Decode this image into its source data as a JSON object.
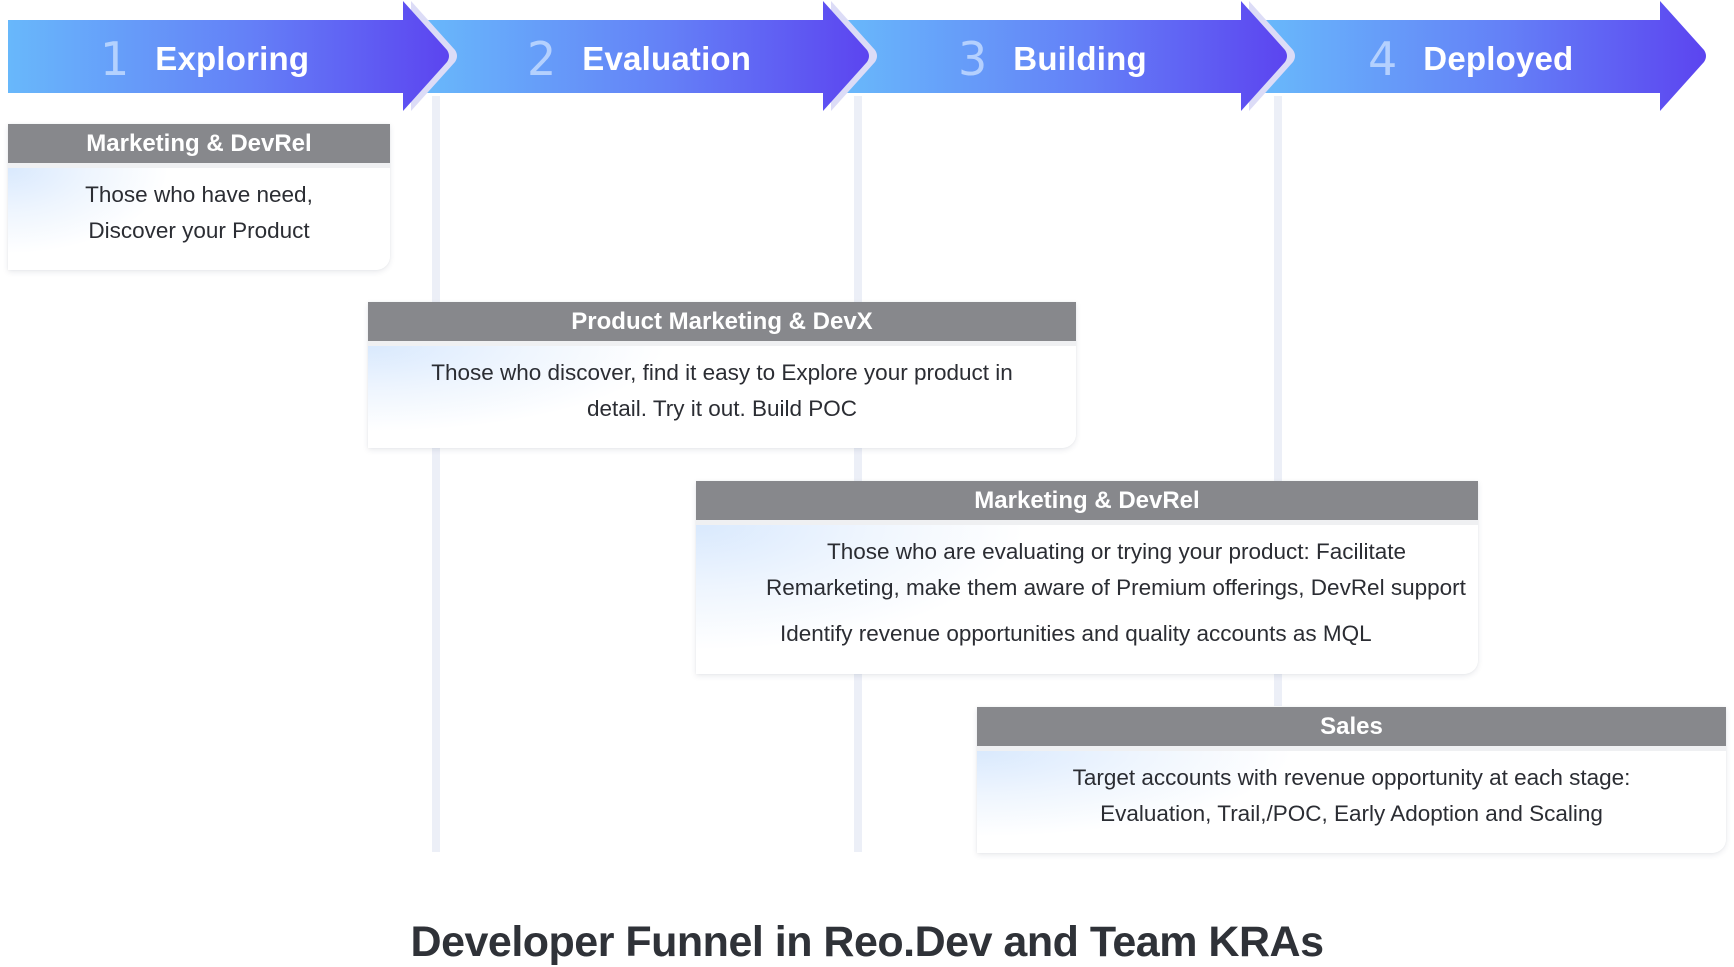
{
  "colors": {
    "arrow_start": "#68b8fb",
    "arrow_end": "#5c45f0",
    "arrow_outline": "#dcdcf7",
    "card_header": "#87888c",
    "body_text": "#2b2d33",
    "guide_line": "#eceff7",
    "title_text": "#2f3238"
  },
  "stages": [
    {
      "number": "1",
      "label": "Exploring"
    },
    {
      "number": "2",
      "label": "Evaluation"
    },
    {
      "number": "3",
      "label": "Building"
    },
    {
      "number": "4",
      "label": "Deployed"
    }
  ],
  "cards": [
    {
      "team": "Marketing & DevRel",
      "lines": [
        "Those who have need,",
        "Discover your Product"
      ]
    },
    {
      "team": "Product Marketing & DevX",
      "lines": [
        "Those who discover, find it easy to Explore your  product in",
        "detail. Try it out. Build POC"
      ]
    },
    {
      "team": "Marketing & DevRel",
      "lines": [
        "Those who are evaluating or trying your product: Facilitate",
        "Remarketing, make them aware of Premium offerings, DevRel support",
        "Identify revenue opportunities and quality accounts as MQL"
      ]
    },
    {
      "team": "Sales",
      "lines": [
        "Target accounts with revenue opportunity at each stage:",
        "Evaluation, Trail,/POC, Early Adoption and Scaling"
      ]
    }
  ],
  "title": "Developer Funnel in Reo.Dev and Team KRAs"
}
